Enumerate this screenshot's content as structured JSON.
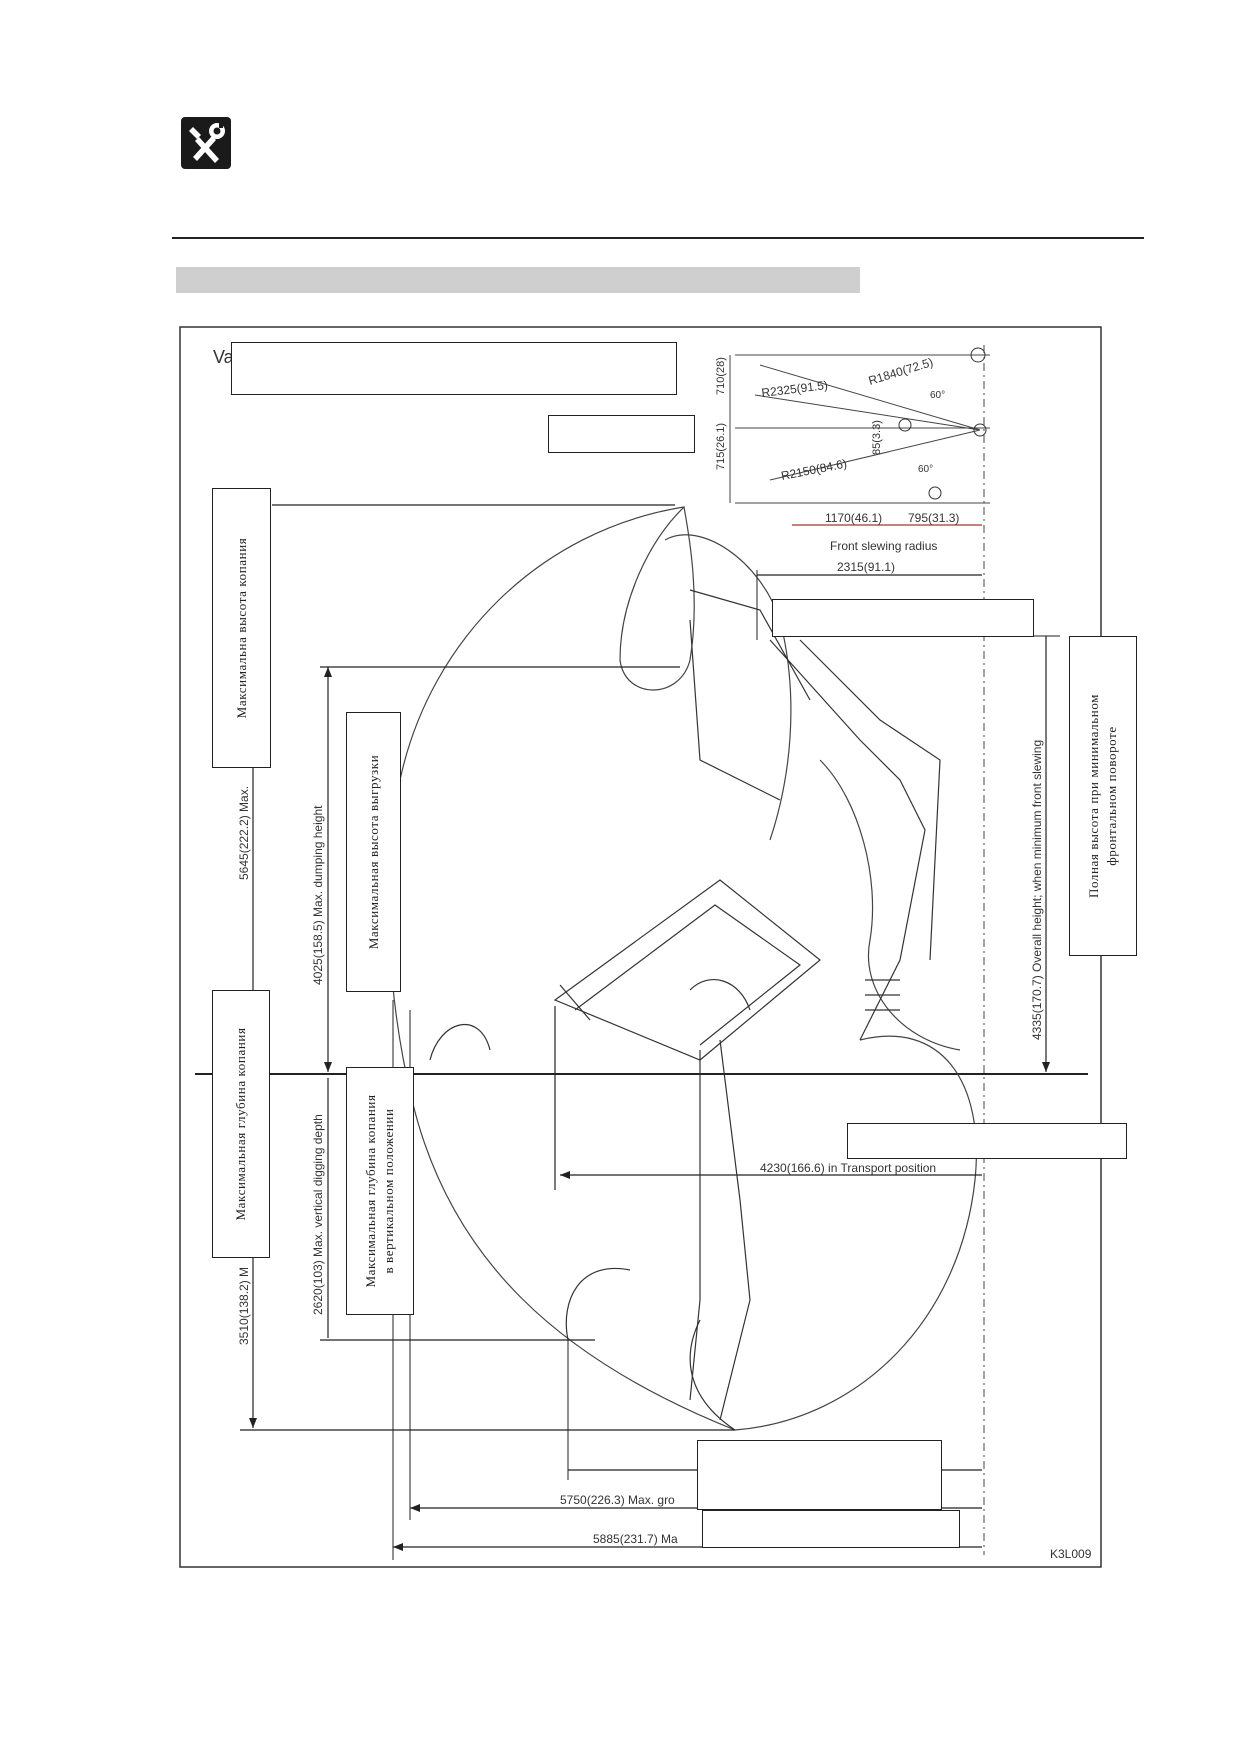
{
  "logo_icon": "tools-icon",
  "drawing": {
    "slew_dims": {
      "dim_710": "710(28)",
      "dim_715": "715(26.1)",
      "r1840": "R1840(72.5)",
      "r2325": "R2325(91.5)",
      "r2150": "R2150(84.6)",
      "dim_85": "85(3.3)",
      "angle_top": "60°",
      "angle_bottom": "60°",
      "dim_1170": "1170(46.1)",
      "dim_795": "795(31.3)",
      "front_slewing": "Front slewing radius"
    },
    "dim_2315": "2315(91.1)",
    "max_height_text": "5645(222.2) Max.",
    "max_dump_text": "4025(158.5) Max. dumping height",
    "overall_height_text": "4335(170.7) Overall height; when minimum front slewing",
    "transport_text": "4230(166.6) in Transport position",
    "vert_dig_text": "2620(103) Max. vertical digging depth",
    "dig_depth_text": "3510(138.2) M",
    "reach_ground_text": "5750(226.3) Max. gro",
    "reach_max_text": "5885(231.7) Ma",
    "title_fragment": "Va",
    "code": "K3L009"
  },
  "labels": {
    "max_dig_height": "Максимальна высота копания",
    "max_dump_height": "Максимальная высота выгрузки",
    "max_dig_depth": "Максимальная глубина копания",
    "vert_dig_depth_line1": "Максимальная глубина копания",
    "vert_dig_depth_line2": "в вертикальном положении",
    "overall_height_line1": "Полная высота при минимальном",
    "overall_height_line2": "фронтальном повороте"
  }
}
